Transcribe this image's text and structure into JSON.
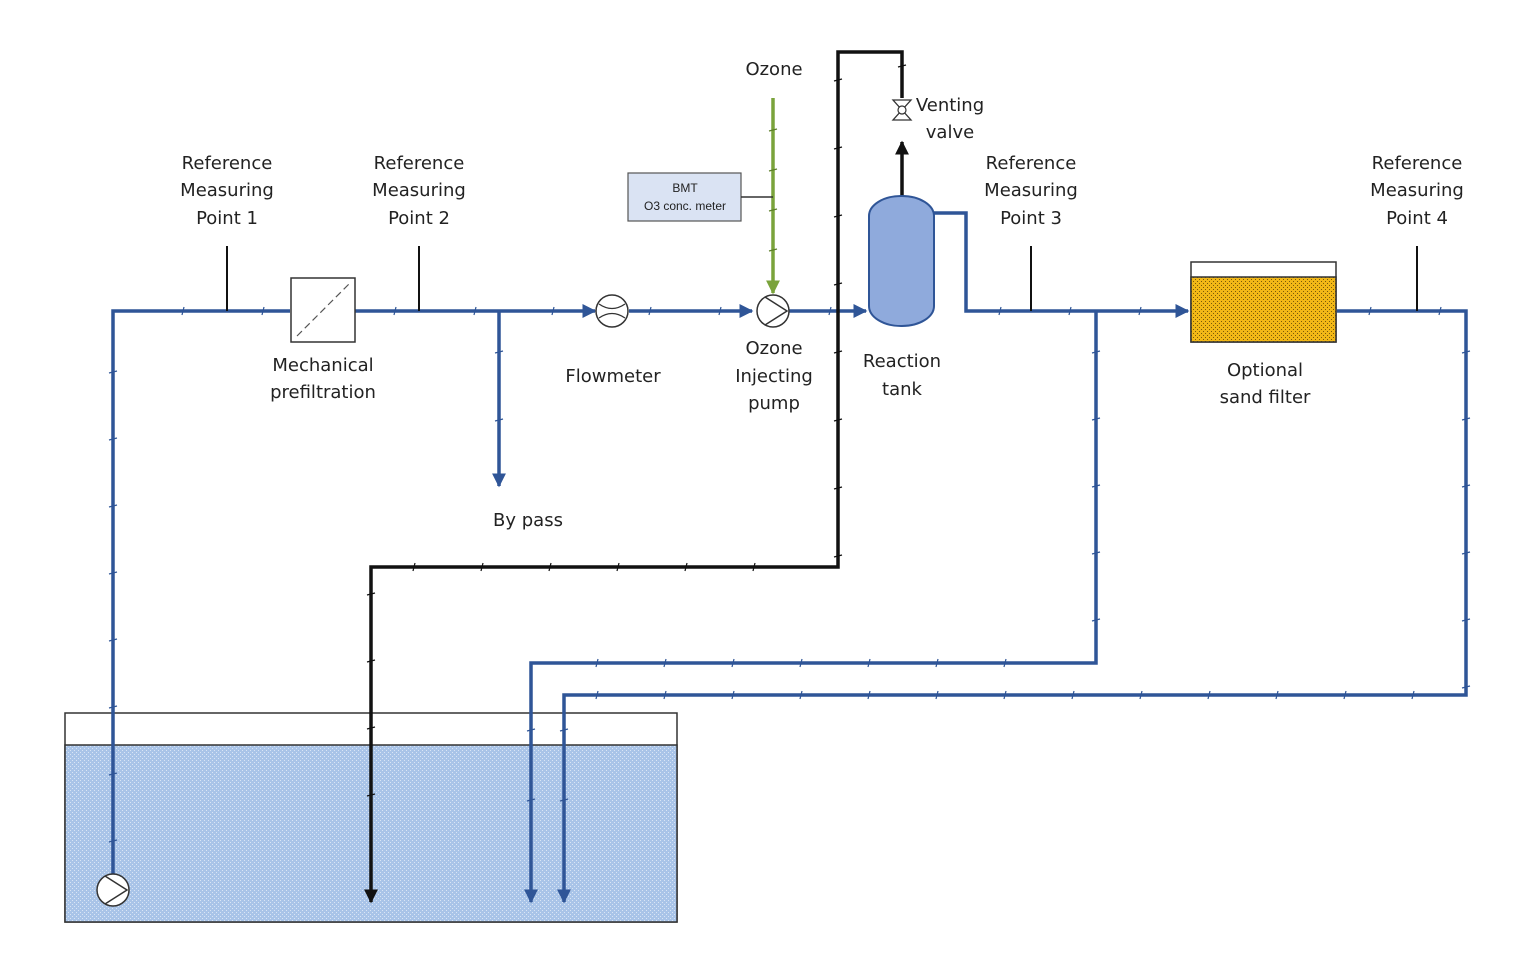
{
  "labels": {
    "ozone": "Ozone",
    "venting_1": "Venting",
    "venting_2": "valve",
    "ref1": [
      "Reference",
      "Measuring",
      "Point 1"
    ],
    "ref2": [
      "Reference",
      "Measuring",
      "Point 2"
    ],
    "ref3": [
      "Reference",
      "Measuring",
      "Point 3"
    ],
    "ref4": [
      "Reference",
      "Measuring",
      "Point 4"
    ],
    "bmt_1": "BMT",
    "bmt_2": "O3 conc. meter",
    "mech_1": "Mechanical",
    "mech_2": "prefiltration",
    "flowmeter": "Flowmeter",
    "pump_1": "Ozone",
    "pump_2": "Injecting",
    "pump_3": "pump",
    "reaction_1": "Reaction",
    "reaction_2": "tank",
    "sand_1": "Optional",
    "sand_2": "sand filter",
    "bypass": "By pass"
  },
  "colors": {
    "water_line": "#2f5597",
    "gas_line": "#111111",
    "ozone_line": "#7aa33b",
    "tank_fill": "#a9c4e8",
    "reaction_tank": "#8faadc",
    "sand": "#f2b817"
  }
}
